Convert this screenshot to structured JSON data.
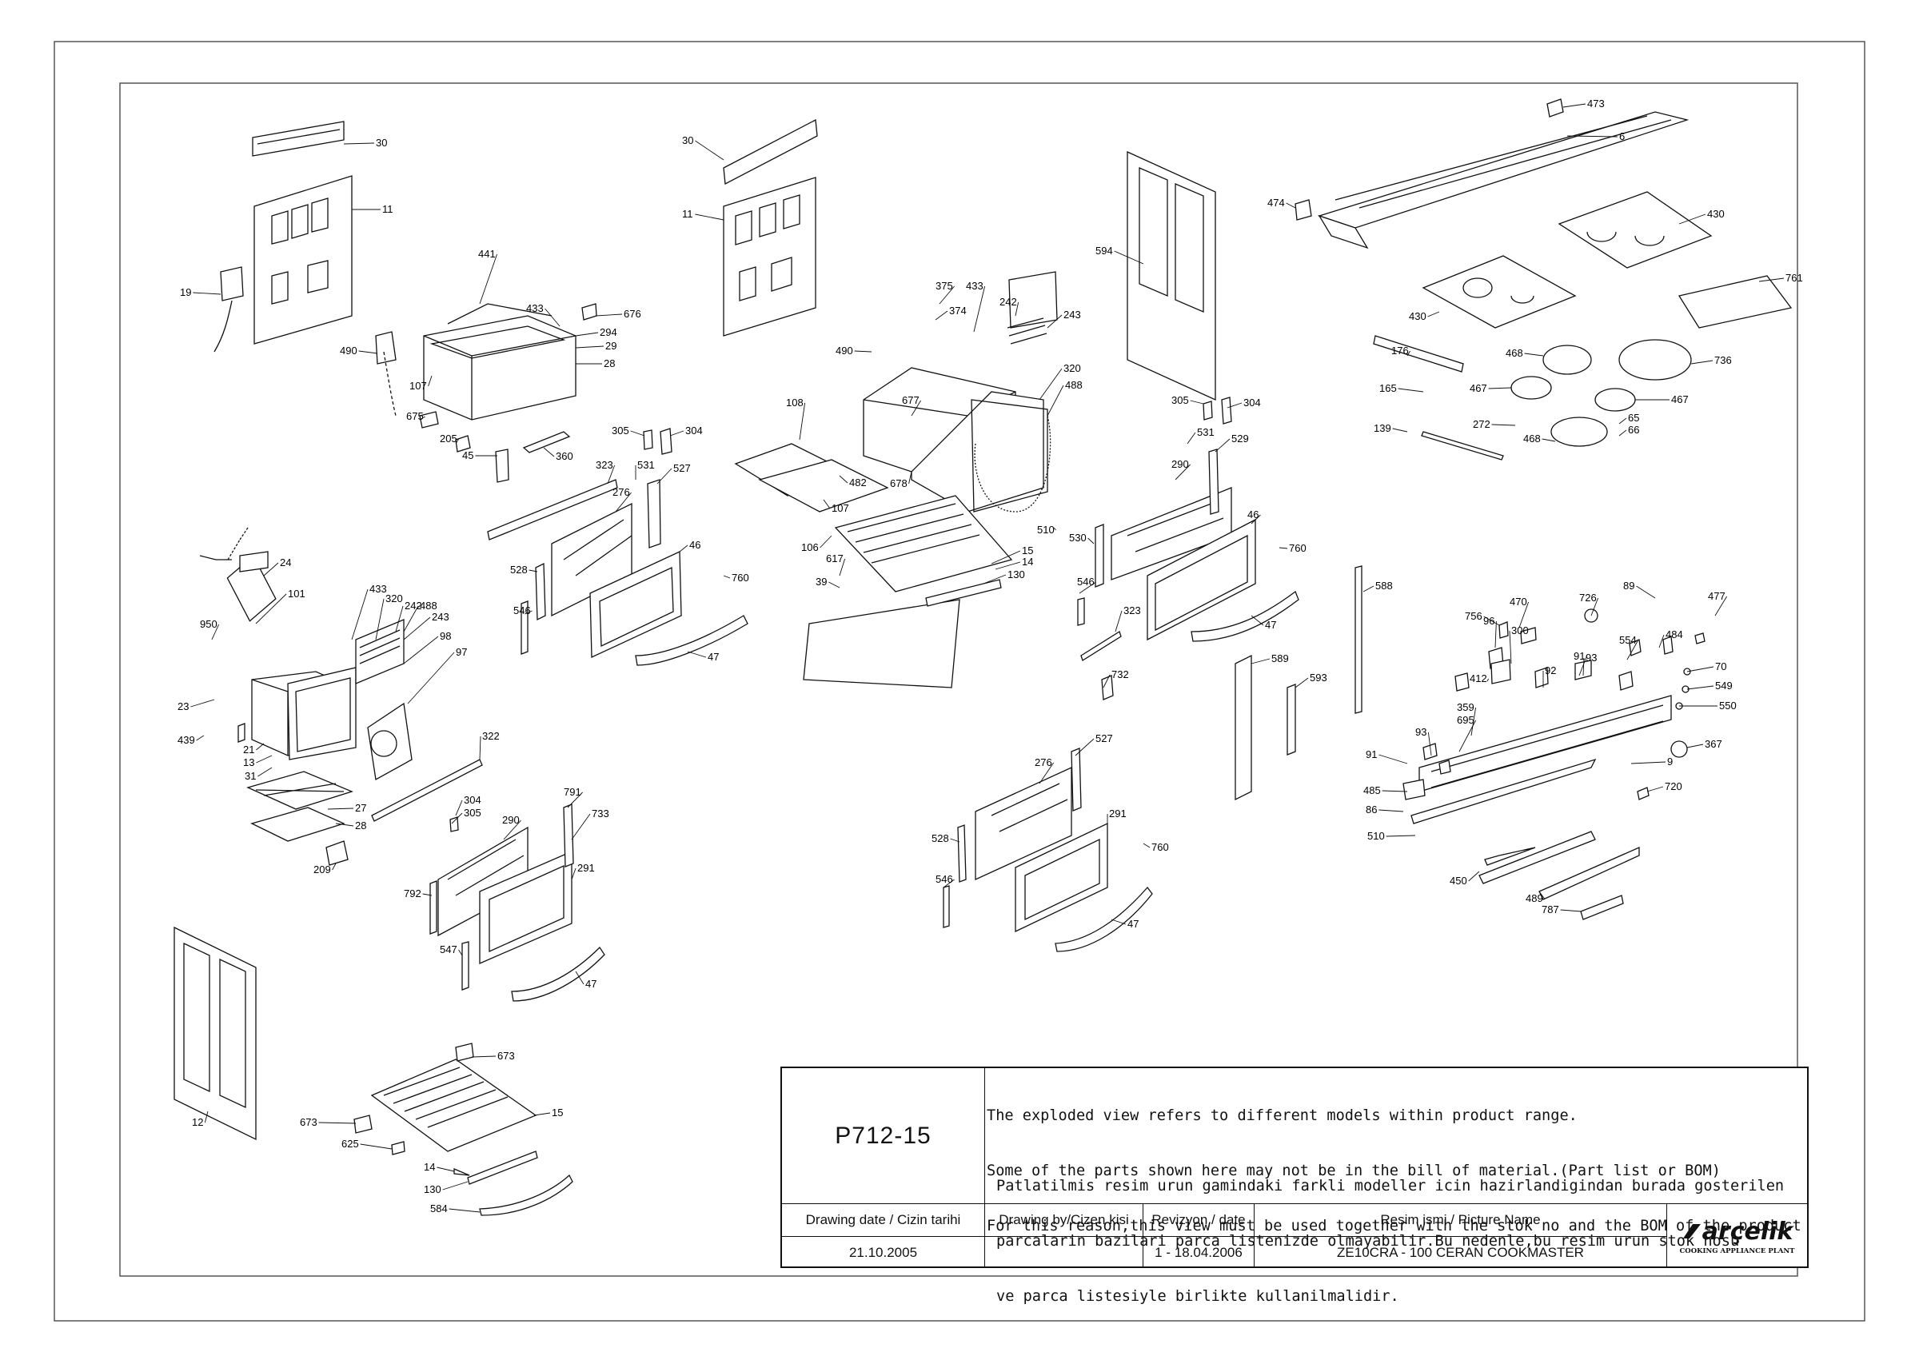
{
  "drawing": {
    "code": "P712-15",
    "notes_en": [
      "The exploded view refers to different models within product range.",
      "Some of the parts shown here may not be in the bill of material.(Part list or BOM)",
      "For this reason,this view must be used together with the stok no and the BOM of the product"
    ],
    "notes_tr": [
      "Patlatilmis resim urun gamindaki farkli modeller icin hazirlandigindan burada gosterilen",
      "parcalarin bazilari parca listenizde olmayabilir.Bu nedenle,bu resim urun stok nosu",
      "ve parca listesiyle birlikte kullanilmalidir."
    ],
    "header_date": "Drawing date / Cizin tarihi",
    "header_by": "Drawing by/Cizen kisi",
    "header_rev": "Revizyon / date",
    "header_name": "Resim ismi / Picture Name",
    "value_date": "21.10.2005",
    "value_by": "",
    "value_rev": "1 - 18.04.2006",
    "value_name": "ZE10CRA - 100 CERAN COOKMASTER",
    "brand": "arçelik",
    "brand_sub": "COOKING APPLIANCE PLANT"
  },
  "part_labels": [
    {
      "id": "30",
      "t": "30"
    },
    {
      "id": "11",
      "t": "11"
    },
    {
      "id": "19",
      "t": "19"
    },
    {
      "id": "441",
      "t": "441"
    },
    {
      "id": "433a",
      "t": "433"
    },
    {
      "id": "676",
      "t": "676"
    },
    {
      "id": "294",
      "t": "294"
    },
    {
      "id": "29",
      "t": "29"
    },
    {
      "id": "28a",
      "t": "28"
    },
    {
      "id": "490a",
      "t": "490"
    },
    {
      "id": "107a",
      "t": "107"
    },
    {
      "id": "675",
      "t": "675"
    },
    {
      "id": "205",
      "t": "205"
    },
    {
      "id": "45",
      "t": "45"
    },
    {
      "id": "360",
      "t": "360"
    },
    {
      "id": "305a",
      "t": "305"
    },
    {
      "id": "304a",
      "t": "304"
    },
    {
      "id": "323a",
      "t": "323"
    },
    {
      "id": "531a",
      "t": "531"
    },
    {
      "id": "527a",
      "t": "527"
    },
    {
      "id": "276a",
      "t": "276"
    },
    {
      "id": "46a",
      "t": "46"
    },
    {
      "id": "760a",
      "t": "760"
    },
    {
      "id": "528a",
      "t": "528"
    },
    {
      "id": "546a",
      "t": "546"
    },
    {
      "id": "47a",
      "t": "47"
    },
    {
      "id": "30b",
      "t": "30"
    },
    {
      "id": "11b",
      "t": "11"
    },
    {
      "id": "375",
      "t": "375"
    },
    {
      "id": "374",
      "t": "374"
    },
    {
      "id": "433b",
      "t": "433"
    },
    {
      "id": "242a",
      "t": "242"
    },
    {
      "id": "243a",
      "t": "243"
    },
    {
      "id": "490b",
      "t": "490"
    },
    {
      "id": "320a",
      "t": "320"
    },
    {
      "id": "488a",
      "t": "488"
    },
    {
      "id": "108",
      "t": "108"
    },
    {
      "id": "677",
      "t": "677"
    },
    {
      "id": "482",
      "t": "482"
    },
    {
      "id": "678",
      "t": "678"
    },
    {
      "id": "107b",
      "t": "107"
    },
    {
      "id": "106",
      "t": "106"
    },
    {
      "id": "15a",
      "t": "15"
    },
    {
      "id": "14a",
      "t": "14"
    },
    {
      "id": "130a",
      "t": "130"
    },
    {
      "id": "617",
      "t": "617"
    },
    {
      "id": "39",
      "t": "39"
    },
    {
      "id": "594",
      "t": "594"
    },
    {
      "id": "305b",
      "t": "305"
    },
    {
      "id": "304b",
      "t": "304"
    },
    {
      "id": "531b",
      "t": "531"
    },
    {
      "id": "529",
      "t": "529"
    },
    {
      "id": "290a",
      "t": "290"
    },
    {
      "id": "510a",
      "t": "510"
    },
    {
      "id": "530",
      "t": "530"
    },
    {
      "id": "46b",
      "t": "46"
    },
    {
      "id": "760b",
      "t": "760"
    },
    {
      "id": "546b",
      "t": "546"
    },
    {
      "id": "323b",
      "t": "323"
    },
    {
      "id": "47b",
      "t": "47"
    },
    {
      "id": "473",
      "t": "473"
    },
    {
      "id": "6",
      "t": "6"
    },
    {
      "id": "474",
      "t": "474"
    },
    {
      "id": "430a",
      "t": "430"
    },
    {
      "id": "430b",
      "t": "430"
    },
    {
      "id": "761",
      "t": "761"
    },
    {
      "id": "176",
      "t": "176"
    },
    {
      "id": "468a",
      "t": "468"
    },
    {
      "id": "736",
      "t": "736"
    },
    {
      "id": "165",
      "t": "165"
    },
    {
      "id": "467a",
      "t": "467"
    },
    {
      "id": "467b",
      "t": "467"
    },
    {
      "id": "139",
      "t": "139"
    },
    {
      "id": "272",
      "t": "272"
    },
    {
      "id": "65",
      "t": "65"
    },
    {
      "id": "66",
      "t": "66"
    },
    {
      "id": "468b",
      "t": "468"
    },
    {
      "id": "24",
      "t": "24"
    },
    {
      "id": "101",
      "t": "101"
    },
    {
      "id": "950",
      "t": "950"
    },
    {
      "id": "433c",
      "t": "433"
    },
    {
      "id": "320b",
      "t": "320"
    },
    {
      "id": "242b",
      "t": "242"
    },
    {
      "id": "488b",
      "t": "488"
    },
    {
      "id": "243b",
      "t": "243"
    },
    {
      "id": "98",
      "t": "98"
    },
    {
      "id": "97",
      "t": "97"
    },
    {
      "id": "23",
      "t": "23"
    },
    {
      "id": "439",
      "t": "439"
    },
    {
      "id": "21",
      "t": "21"
    },
    {
      "id": "13",
      "t": "13"
    },
    {
      "id": "31",
      "t": "31"
    },
    {
      "id": "322",
      "t": "322"
    },
    {
      "id": "27",
      "t": "27"
    },
    {
      "id": "28b",
      "t": "28"
    },
    {
      "id": "209",
      "t": "209"
    },
    {
      "id": "304c",
      "t": "304"
    },
    {
      "id": "305c",
      "t": "305"
    },
    {
      "id": "290b",
      "t": "290"
    },
    {
      "id": "791",
      "t": "791"
    },
    {
      "id": "733",
      "t": "733"
    },
    {
      "id": "291a",
      "t": "291"
    },
    {
      "id": "792",
      "t": "792"
    },
    {
      "id": "547",
      "t": "547"
    },
    {
      "id": "47c",
      "t": "47"
    },
    {
      "id": "527b",
      "t": "527"
    },
    {
      "id": "276b",
      "t": "276"
    },
    {
      "id": "291b",
      "t": "291"
    },
    {
      "id": "528b",
      "t": "528"
    },
    {
      "id": "760c",
      "t": "760"
    },
    {
      "id": "546c",
      "t": "546"
    },
    {
      "id": "47d",
      "t": "47"
    },
    {
      "id": "732",
      "t": "732"
    },
    {
      "id": "589",
      "t": "589"
    },
    {
      "id": "593",
      "t": "593"
    },
    {
      "id": "588",
      "t": "588"
    },
    {
      "id": "726",
      "t": "726"
    },
    {
      "id": "89",
      "t": "89"
    },
    {
      "id": "477",
      "t": "477"
    },
    {
      "id": "756",
      "t": "756"
    },
    {
      "id": "470",
      "t": "470"
    },
    {
      "id": "96",
      "t": "96"
    },
    {
      "id": "300",
      "t": "300"
    },
    {
      "id": "484",
      "t": "484"
    },
    {
      "id": "554",
      "t": "554"
    },
    {
      "id": "91a",
      "t": "91"
    },
    {
      "id": "93a",
      "t": "93"
    },
    {
      "id": "70",
      "t": "70"
    },
    {
      "id": "549",
      "t": "549"
    },
    {
      "id": "412",
      "t": "412"
    },
    {
      "id": "92",
      "t": "92"
    },
    {
      "id": "550",
      "t": "550"
    },
    {
      "id": "695",
      "t": "695"
    },
    {
      "id": "359",
      "t": "359"
    },
    {
      "id": "93b",
      "t": "93"
    },
    {
      "id": "367",
      "t": "367"
    },
    {
      "id": "91b",
      "t": "91"
    },
    {
      "id": "9",
      "t": "9"
    },
    {
      "id": "485",
      "t": "485"
    },
    {
      "id": "720",
      "t": "720"
    },
    {
      "id": "86",
      "t": "86"
    },
    {
      "id": "510b",
      "t": "510"
    },
    {
      "id": "450",
      "t": "450"
    },
    {
      "id": "489",
      "t": "489"
    },
    {
      "id": "787",
      "t": "787"
    },
    {
      "id": "12",
      "t": "12"
    },
    {
      "id": "673a",
      "t": "673"
    },
    {
      "id": "673b",
      "t": "673"
    },
    {
      "id": "15b",
      "t": "15"
    },
    {
      "id": "625",
      "t": "625"
    },
    {
      "id": "14b",
      "t": "14"
    },
    {
      "id": "130b",
      "t": "130"
    },
    {
      "id": "584",
      "t": "584"
    }
  ]
}
